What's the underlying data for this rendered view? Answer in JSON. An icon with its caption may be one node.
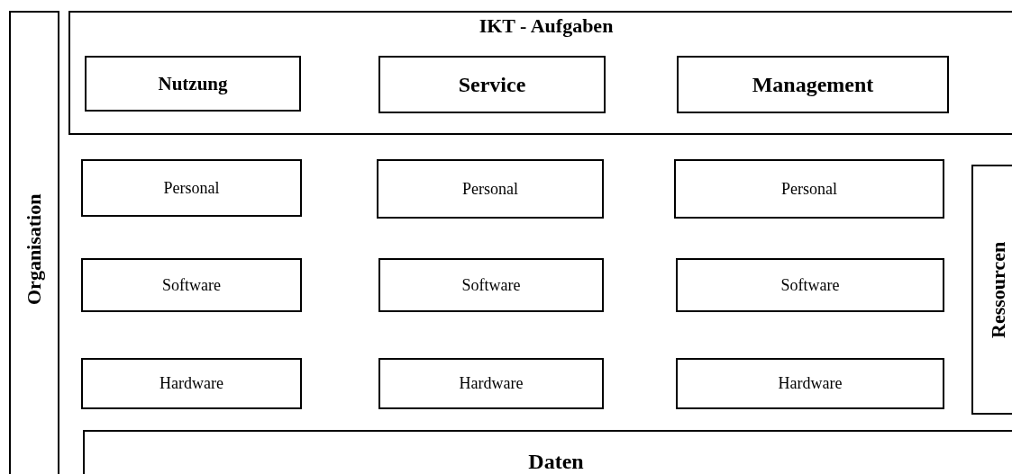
{
  "diagram": {
    "nodes": [
      {
        "text": [
          "Organisation"
        ]
      },
      {
        "text": [
          "IKT - Aufgaben"
        ]
      },
      {
        "text": [
          "Nutzung"
        ],
        "in": 1
      },
      {
        "text": [
          "Service"
        ],
        "in": 1
      },
      {
        "text": [
          "Management"
        ],
        "in": 1
      },
      {
        "text": [
          "Personal"
        ]
      },
      {
        "text": [
          "Personal"
        ]
      },
      {
        "text": [
          "Personal"
        ]
      },
      {
        "text": [
          "Software"
        ]
      },
      {
        "text": [
          "Software"
        ]
      },
      {
        "text": [
          "Software"
        ]
      },
      {
        "text": [
          "Hardware"
        ]
      },
      {
        "text": [
          "Hardware"
        ]
      },
      {
        "text": [
          "Hardware"
        ]
      },
      {
        "text": [
          "Ressourcen"
        ]
      },
      {
        "text": [
          "Daten"
        ]
      }
    ]
  }
}
